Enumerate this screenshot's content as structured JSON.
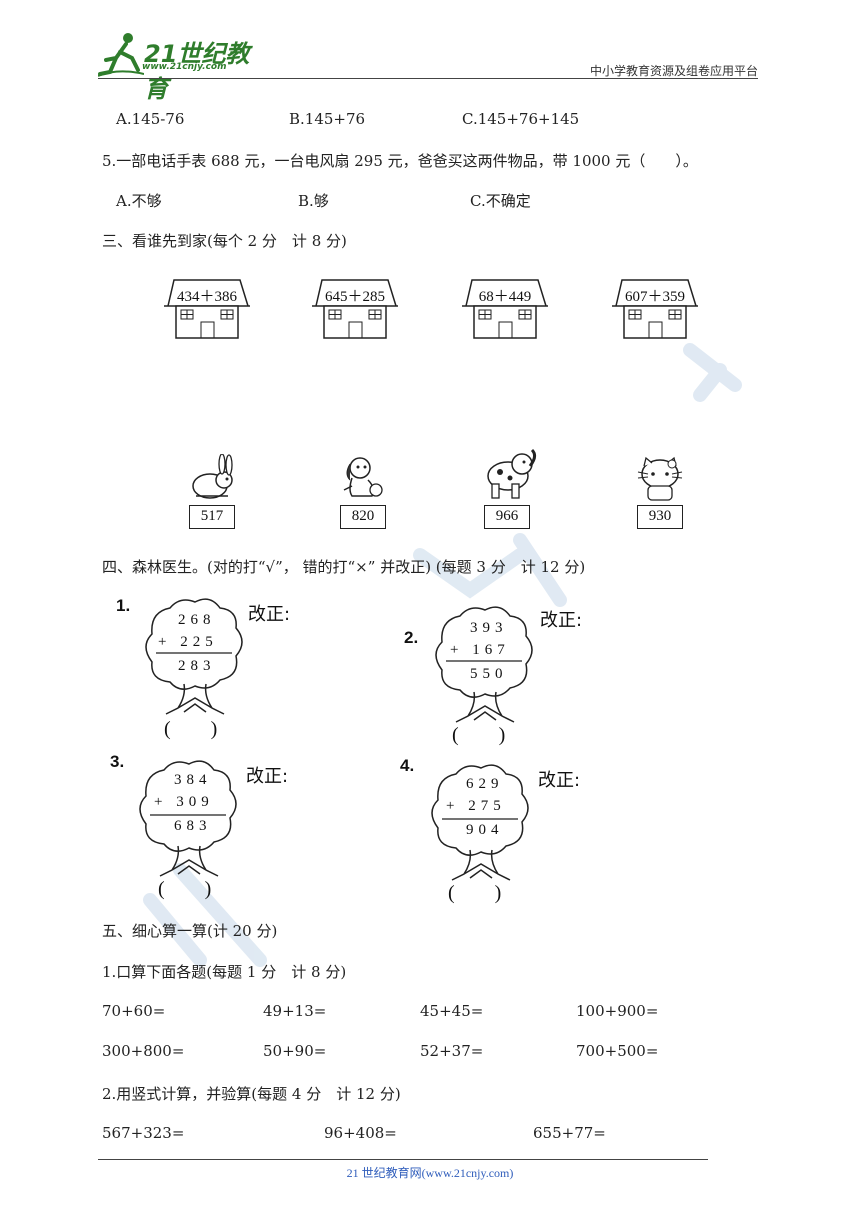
{
  "header": {
    "logo_text": "21世纪教育",
    "logo_url": "www.21cnjy.com",
    "right_text": "中小学教育资源及组卷应用平台"
  },
  "q4_options": {
    "a": "A.145-76",
    "b": "B.145+76",
    "c": "C.145+76+145"
  },
  "q5": {
    "stem": "5.一部电话手表 688 元，一台电风扇 295 元，爸爸买这两件物品，带 1000 元（　　）。",
    "a": "A.不够",
    "b": "B.够",
    "c": "C.不确定"
  },
  "section3": {
    "title": "三、看谁先到家(每个 2 分　计 8 分)",
    "houses": [
      "434＋386",
      "645＋285",
      "68＋449",
      "607＋359"
    ],
    "animals": [
      {
        "name": "rabbit",
        "value": "517"
      },
      {
        "name": "puppy",
        "value": "820"
      },
      {
        "name": "elephant",
        "value": "966"
      },
      {
        "name": "kitty",
        "value": "930"
      }
    ]
  },
  "section4": {
    "title": "四、森林医生。(对的打“√”， 错的打“×” 并改正) (每题 3 分　计 12 分)",
    "fix_label": "改正:",
    "paren": "(　　)",
    "items": [
      {
        "no": "1.",
        "top": "268",
        "mid": "+ 225",
        "res": "283"
      },
      {
        "no": "2.",
        "top": "393",
        "mid": "+ 167",
        "res": "550"
      },
      {
        "no": "3.",
        "top": "384",
        "mid": "+ 309",
        "res": "683"
      },
      {
        "no": "4.",
        "top": "629",
        "mid": "+ 275",
        "res": "904"
      }
    ]
  },
  "section5": {
    "title": "五、细心算一算(计 20 分)",
    "part1_title": "1.口算下面各题(每题 1 分　计 8 分)",
    "row1": [
      "70+60=",
      "49+13=",
      "45+45=",
      "100+900="
    ],
    "row2": [
      "300+800=",
      "50+90=",
      "52+37=",
      "700+500="
    ],
    "part2_title": "2.用竖式计算，并验算(每题 4 分　计 12 分)",
    "row3": [
      "567+323=",
      "96+408=",
      "655+77="
    ]
  },
  "footer": {
    "text": "21 世纪教育网(www.21cnjy.com)"
  },
  "colors": {
    "brand_green": "#2f7d2c",
    "footer_blue": "#2f5dbb",
    "watermark": "#c9d9ea"
  }
}
